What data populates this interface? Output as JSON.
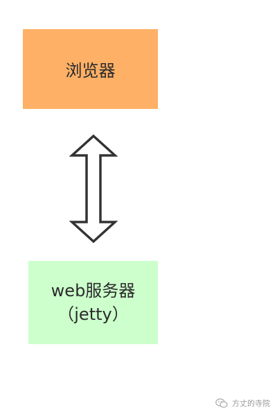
{
  "diagram": {
    "nodes": [
      {
        "id": "browser",
        "label": "浏览器",
        "fill": "#fdb066"
      },
      {
        "id": "server",
        "label_line1": "web服务器",
        "label_line2": "（jetty）",
        "fill": "#ccffcc"
      }
    ],
    "edges": [
      {
        "from": "browser",
        "to": "server",
        "style": "hollow-double-headed-arrow"
      }
    ]
  },
  "watermark": {
    "text": "方丈的寺院",
    "icon": "wechat-icon"
  }
}
